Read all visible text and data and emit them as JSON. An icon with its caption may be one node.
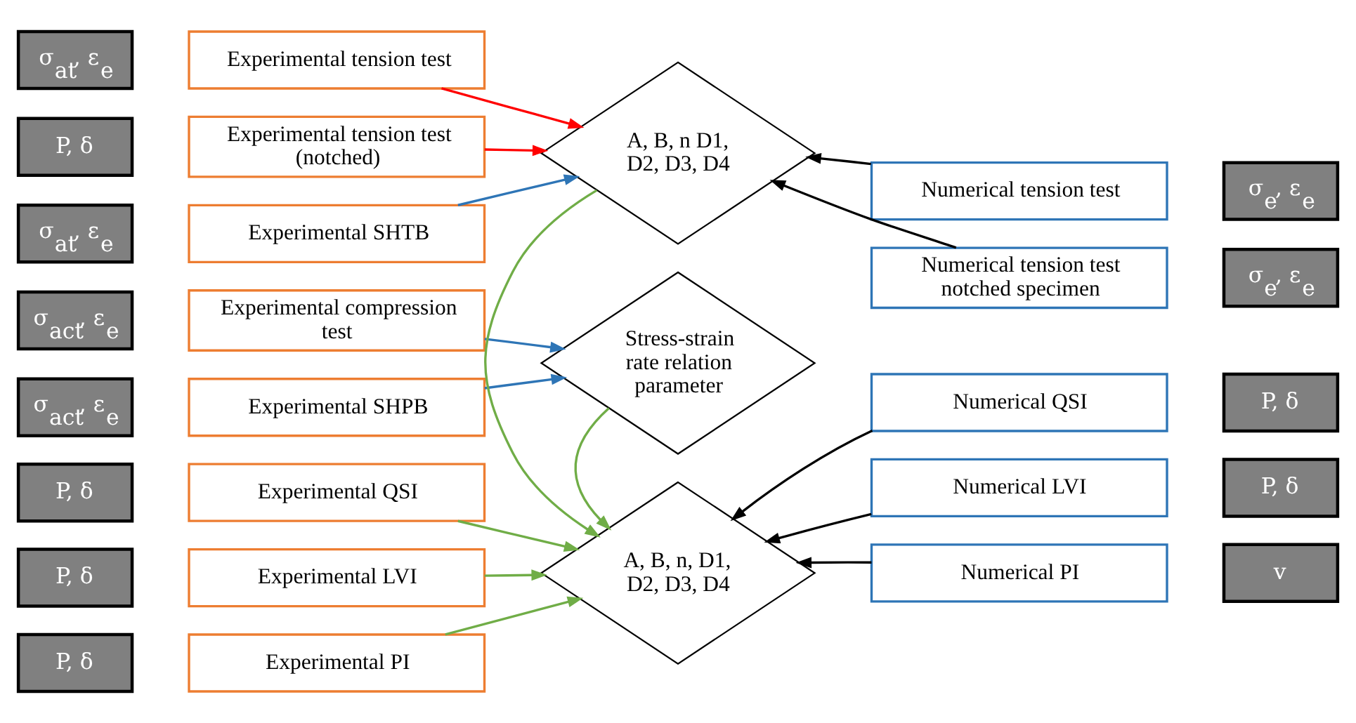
{
  "diagram": {
    "nodes": [
      {
        "text": [
          "σ$_{at}$, ε$_{e}$"
        ]
      },
      {
        "text": [
          "Experimental tension test"
        ]
      },
      {
        "text": [
          "P, δ"
        ]
      },
      {
        "text": [
          "Experimental tension test (notched)"
        ]
      },
      {
        "text": [
          "σ$_{at}$, ε$_{e}$"
        ]
      },
      {
        "text": [
          "Experimental SHTB"
        ]
      },
      {
        "text": [
          "σ$_{act}$, ε$_{e}$"
        ]
      },
      {
        "text": [
          "Experimental compression test"
        ]
      },
      {
        "text": [
          "σ$_{act}$, ε$_{e}$"
        ]
      },
      {
        "text": [
          "Experimental SHPB"
        ]
      },
      {
        "text": [
          "P, δ"
        ]
      },
      {
        "text": [
          "Experimental QSI"
        ]
      },
      {
        "text": [
          "P, δ"
        ]
      },
      {
        "text": [
          "Experimental LVI"
        ]
      },
      {
        "text": [
          "P, δ"
        ]
      },
      {
        "text": [
          "Experimental PI"
        ]
      },
      {
        "text": [
          "A, B, n D1, D2, D3, D4"
        ]
      },
      {
        "text": [
          "Stress-strain rate relation parameter"
        ]
      },
      {
        "text": [
          "A, B, n, D1, D2, D3, D4"
        ]
      },
      {
        "text": [
          "Numerical tension test"
        ]
      },
      {
        "text": [
          "σ$_{e}$, ε$_{e}$"
        ]
      },
      {
        "text": [
          "Numerical tension test notched specimen"
        ]
      },
      {
        "text": [
          "σ$_{e}$, ε$_{e}$"
        ]
      },
      {
        "text": [
          "Numerical QSI"
        ]
      },
      {
        "text": [
          "P, δ"
        ]
      },
      {
        "text": [
          "Numerical LVI"
        ]
      },
      {
        "text": [
          "P, δ"
        ]
      },
      {
        "text": [
          "Numerical PI"
        ]
      },
      {
        "text": [
          "v"
        ]
      }
    ],
    "edges": [
      {
        "from": 1,
        "to": 16,
        "arrow": "to",
        "color": "#ff0000"
      },
      {
        "from": 3,
        "to": 16,
        "arrow": "to",
        "color": "#ff0000"
      },
      {
        "from": 5,
        "to": 16,
        "arrow": "to",
        "color": "#2e75b6"
      },
      {
        "from": 7,
        "to": 17,
        "arrow": "to",
        "color": "#2e75b6"
      },
      {
        "from": 9,
        "to": 17,
        "arrow": "to",
        "color": "#2e75b6"
      },
      {
        "from": 11,
        "to": 18,
        "arrow": "to",
        "color": "#70ad47"
      },
      {
        "from": 13,
        "to": 18,
        "arrow": "to",
        "color": "#70ad47"
      },
      {
        "from": 15,
        "to": 18,
        "arrow": "to",
        "color": "#70ad47"
      },
      {
        "from": 16,
        "to": 18,
        "arrow": "to",
        "color": "#70ad47"
      },
      {
        "from": 17,
        "to": 18,
        "arrow": "to",
        "color": "#70ad47"
      },
      {
        "from": 19,
        "to": 16,
        "arrow": "to",
        "color": "#000000"
      },
      {
        "from": 21,
        "to": 16,
        "arrow": "to",
        "color": "#000000"
      },
      {
        "from": 23,
        "to": 18,
        "arrow": "to",
        "color": "#000000"
      },
      {
        "from": 25,
        "to": 18,
        "arrow": "to",
        "color": "#000000"
      },
      {
        "from": 27,
        "to": 18,
        "arrow": "to",
        "color": "#000000"
      }
    ]
  }
}
